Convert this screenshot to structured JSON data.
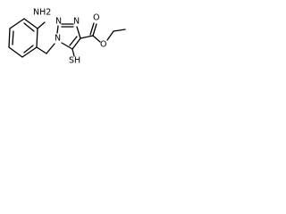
{
  "molecule": {
    "atoms": {
      "nh2": "NH2",
      "n1": "N",
      "n2": "N",
      "n3": "N",
      "sh": "SH",
      "o_carbonyl": "O",
      "o_ester": "O"
    },
    "colors": {
      "ink": "#000000",
      "background": "#ffffff"
    }
  }
}
